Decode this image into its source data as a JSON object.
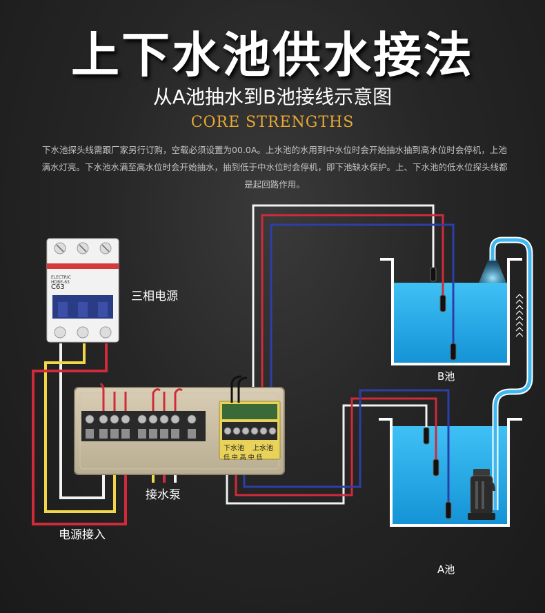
{
  "header": {
    "title": "上下水池供水接法",
    "subtitle": "从A池抽水到B池接线示意图",
    "strengths": "CORE STRENGTHS",
    "description": "下水池探头线需跟厂家另行订购，空载必须设置为00.0A。上水池的水用到中水位时会开始抽水抽到高水位时会停机，上池满水灯亮。下水池水满至高水位时会开始抽水，抽到低于中水位时会停机，即下池缺水保护。上、下水池的低水位探头线都是起回路作用。"
  },
  "labels": {
    "power_three_phase": "三相电源",
    "power_input": "电源接入",
    "pump_connection": "接水泵",
    "tank_b": "B池",
    "tank_a": "A池"
  },
  "breaker": {
    "brand": "ELECTRIC",
    "model": "HDBE-63",
    "rating": "C63"
  },
  "terminal_labels": {
    "lower_tank": "下水池",
    "upper_tank": "上水池",
    "small_row": "低 中 高 中 低"
  },
  "colors": {
    "water": "#1ea7e8",
    "wire_white": "#ffffff",
    "wire_red": "#d12a3a",
    "wire_blue": "#2c3fa8",
    "wire_yellow": "#f2d64a",
    "accent": "#e8a832"
  }
}
